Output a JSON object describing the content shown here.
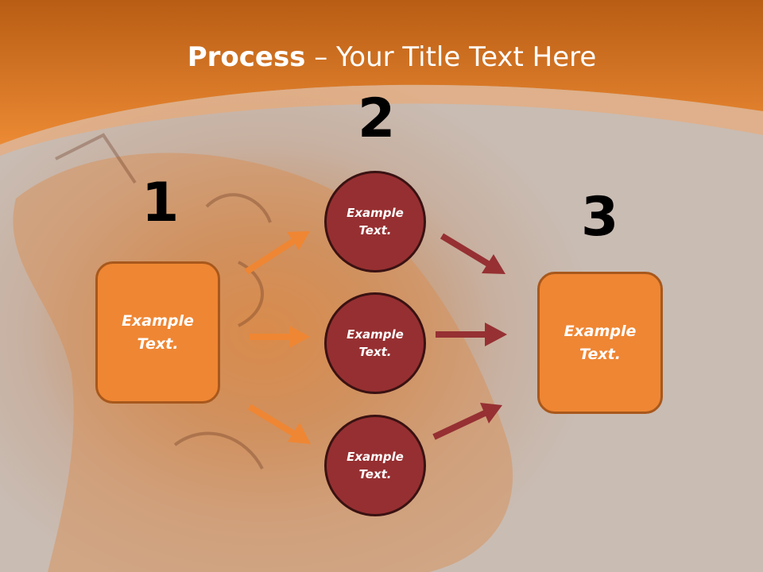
{
  "slide": {
    "title_bold": "Process",
    "title_rest": " – Your Title Text Here",
    "steps": [
      "1",
      "2",
      "3"
    ],
    "left_box": "Example\nText.",
    "right_box": "Example\nText.",
    "circles": [
      "Example\nText.",
      "Example\nText.",
      "Example\nText."
    ]
  },
  "colors": {
    "header_orange": "#e57b24",
    "box_fill": "#ef8633",
    "circle_fill": "#962f31",
    "arrow_orange": "#ef8633",
    "arrow_red": "#963033"
  }
}
